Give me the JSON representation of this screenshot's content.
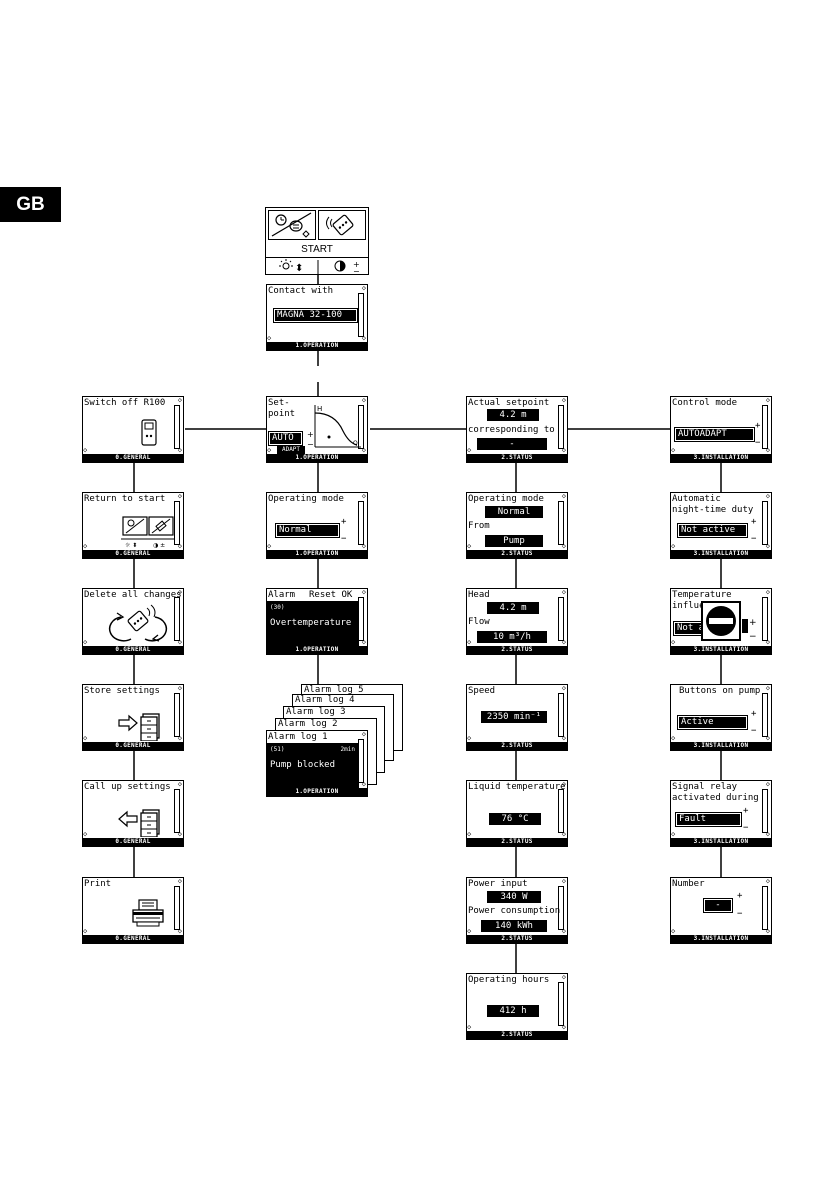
{
  "tag": "GB",
  "start": {
    "label": "START"
  },
  "contact": {
    "title": "Contact with",
    "value": "MAGNA 32-100",
    "footer": "1.OPERATION"
  },
  "general": [
    {
      "title": "Switch off R100",
      "footer": "0.GENERAL",
      "icon": "remote-icon"
    },
    {
      "title": "Return to start",
      "footer": "0.GENERAL",
      "icon": "start-screen-icon"
    },
    {
      "title": "Delete all changes",
      "footer": "0.GENERAL",
      "icon": "reset-cycle-icon"
    },
    {
      "title": "Store settings",
      "footer": "0.GENERAL",
      "icon": "store-to-cabinet-icon"
    },
    {
      "title": "Call up settings",
      "footer": "0.GENERAL",
      "icon": "recall-from-cabinet-icon"
    },
    {
      "title": "Print",
      "footer": "0.GENERAL",
      "icon": "printer-icon"
    }
  ],
  "operation": {
    "setpoint": {
      "title1": "Set-",
      "title2": "point",
      "value": "AUTO",
      "sub": "ADAPT",
      "footer": "1.OPERATION"
    },
    "mode": {
      "title": "Operating mode",
      "value": "Normal",
      "footer": "1.OPERATION"
    },
    "alarm": {
      "title": "Alarm",
      "reset": "Reset OK",
      "code": "(30)",
      "message": "Overtemperature",
      "footer": "1.OPERATION"
    },
    "alarm_logs": [
      "Alarm log 5",
      "Alarm log 4",
      "Alarm log 3",
      "Alarm log 2",
      "Alarm log 1"
    ],
    "alarm_log1": {
      "code": "(51)",
      "time": "2min",
      "message": "Pump blocked",
      "footer": "1.OPERATION"
    }
  },
  "status": [
    {
      "title": "Actual setpoint",
      "value": "4.2 m",
      "title2": "corresponding to",
      "value2": "-",
      "footer": "2.STATUS"
    },
    {
      "title": "Operating mode",
      "value": "Normal",
      "title2": "From",
      "value2": "Pump",
      "footer": "2.STATUS"
    },
    {
      "title": "Head",
      "value": "4.2 m",
      "title2": "Flow",
      "value2": "10 m³/h",
      "footer": "2.STATUS"
    },
    {
      "title": "Speed",
      "value": "2350 min⁻¹",
      "footer": "2.STATUS"
    },
    {
      "title": "Liquid temperature",
      "value": "76 °C",
      "footer": "2.STATUS"
    },
    {
      "title": "Power input",
      "value": "340 W",
      "title2": "Power consumption",
      "value2": "140 kWh",
      "footer": "2.STATUS"
    },
    {
      "title": "Operating hours",
      "value": "412 h",
      "footer": "2.STATUS"
    }
  ],
  "installation": [
    {
      "title": "Control mode",
      "value": "AUTOADAPT",
      "footer": "3.INSTALLATION"
    },
    {
      "title": "Automatic",
      "title2": "night-time duty",
      "value": "Not active",
      "footer": "3.INSTALLATION"
    },
    {
      "title": "Temperature",
      "title2": "influence",
      "value": "Not a",
      "footer": "3.INSTALLATION",
      "icon": "no-entry-icon"
    },
    {
      "title": "Buttons on pump",
      "value": "Active",
      "footer": "3.INSTALLATION"
    },
    {
      "title": "Signal relay",
      "title2": "activated during",
      "value": "Fault",
      "footer": "3.INSTALLATION"
    },
    {
      "title": "Number",
      "value": "-",
      "footer": "3.INSTALLATION"
    }
  ]
}
